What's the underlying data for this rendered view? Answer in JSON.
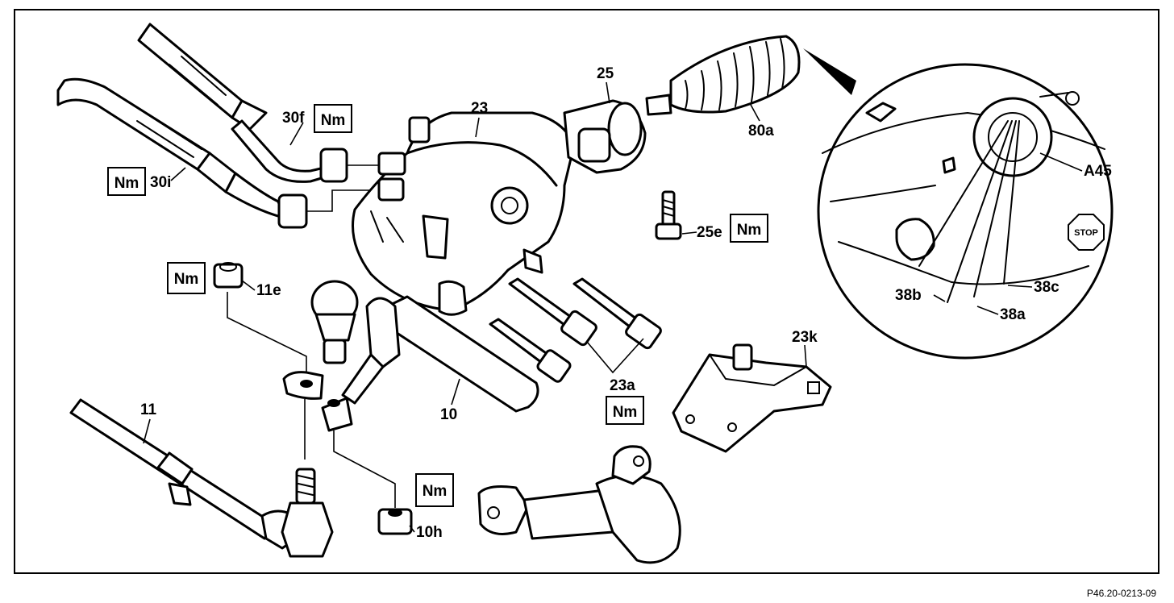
{
  "labels": {
    "hose_30f": "30f",
    "hose_30i": "30i",
    "steering_gear": "23",
    "coupling": "25",
    "bellows": "80a",
    "module": "A45",
    "screw_25e": "25e",
    "nut_11e": "11e",
    "wire_38b": "38b",
    "wire_38c": "38c",
    "wire_38a": "38a",
    "mount": "23k",
    "bolts": "23a",
    "track_rod_10": "10",
    "track_rod_11": "11",
    "nut_10h": "10h"
  },
  "torque_marker": "Nm",
  "stop_sign": "STOP",
  "figure_ref": "P46.20-0213-09"
}
